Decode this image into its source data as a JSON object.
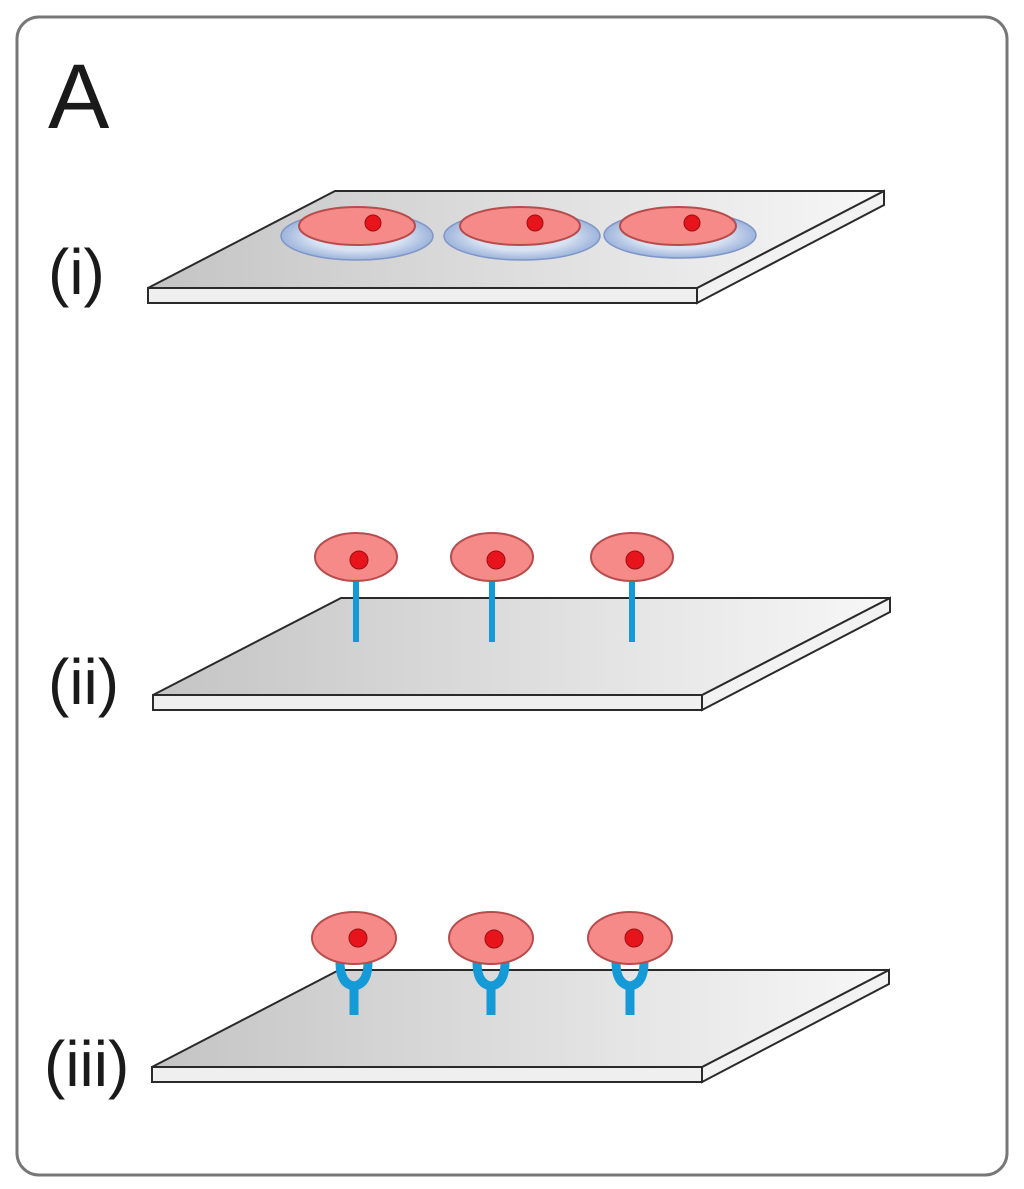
{
  "panel": {
    "letter": "A"
  },
  "rows": [
    {
      "label": "(i)"
    },
    {
      "label": "(ii)"
    },
    {
      "label": "(iii)"
    }
  ],
  "colors": {
    "frame_stroke": "#777777",
    "slide_shade": "#c4c4c4",
    "slide_light": "#f7f7f7",
    "slide_edge": "#ededed",
    "cell_fill": "#f58a88",
    "cell_stroke": "#c25a5a",
    "nucleus_fill": "#e8141c",
    "spread_fill": "#9bb3dc",
    "linker_blue": "#149ad6"
  }
}
